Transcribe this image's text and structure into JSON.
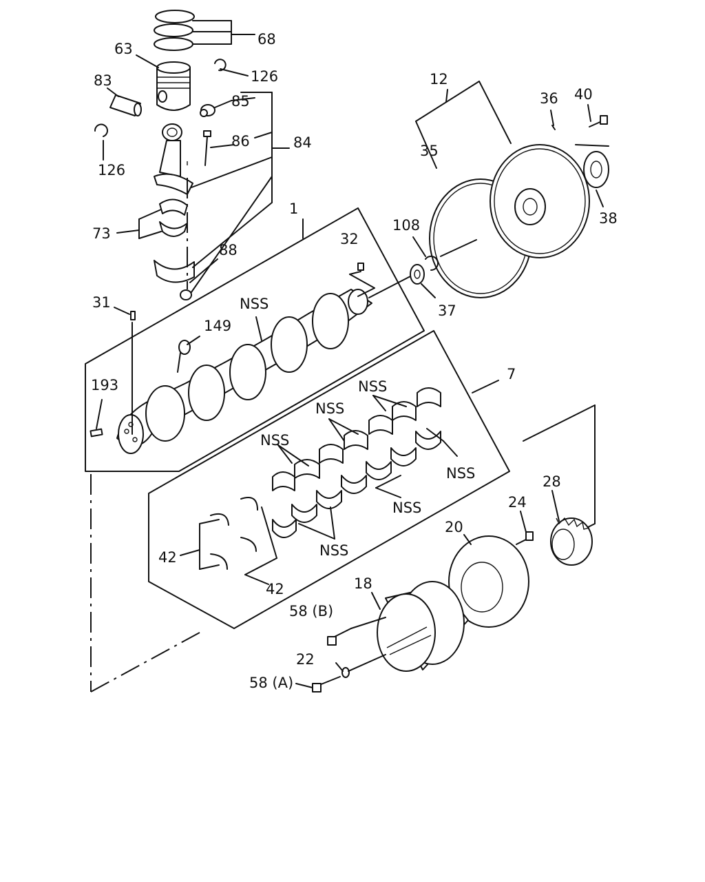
{
  "callouts": {
    "c68": "68",
    "c63": "63",
    "c126a": "126",
    "c83": "83",
    "c85": "85",
    "c86": "86",
    "c84": "84",
    "c126b": "126",
    "c73": "73",
    "c88": "88",
    "c1": "1",
    "c32": "32",
    "c31": "31",
    "c149": "149",
    "c193": "193",
    "c12": "12",
    "c35": "35",
    "c36": "36",
    "c40": "40",
    "c38": "38",
    "c108": "108",
    "c37": "37",
    "c7": "7",
    "cNSS1": "NSS",
    "cNSS2": "NSS",
    "cNSS3": "NSS",
    "cNSS4": "NSS",
    "cNSS5": "NSS",
    "cNSS6": "NSS",
    "cNSS7": "NSS",
    "c42a": "42",
    "c42b": "42",
    "c28": "28",
    "c24": "24",
    "c20": "20",
    "c18": "18",
    "c58b": "58 (B)",
    "c22": "22",
    "c58a": "58 (A)"
  }
}
